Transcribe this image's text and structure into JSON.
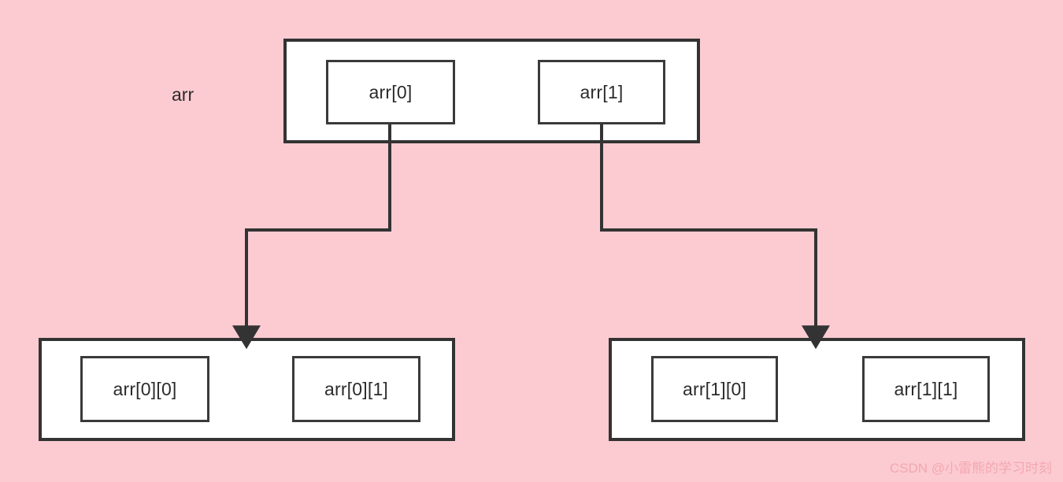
{
  "diagram": {
    "title_label": "arr",
    "colors": {
      "background": "#fccbd2",
      "box_fill": "#ffffff",
      "box_border": "#333333",
      "cell_border": "#3a3a3a",
      "text": "#2b2b2b",
      "connector": "#333333",
      "watermark": "#f3a7b1"
    },
    "top_array": {
      "cells": [
        {
          "label": "arr[0]"
        },
        {
          "label": "arr[1]"
        }
      ]
    },
    "sub_arrays": [
      {
        "name": "arr[0]-row",
        "cells": [
          {
            "label": "arr[0][0]"
          },
          {
            "label": "arr[0][1]"
          }
        ]
      },
      {
        "name": "arr[1]-row",
        "cells": [
          {
            "label": "arr[1][0]"
          },
          {
            "label": "arr[1][1]"
          }
        ]
      }
    ],
    "connectors": [
      {
        "name": "arr0-to-row0",
        "from": "arr[0]",
        "to": "arr[0]-row"
      },
      {
        "name": "arr1-to-row1",
        "from": "arr[1]",
        "to": "arr[1]-row"
      }
    ]
  },
  "watermark": {
    "text": "CSDN @小雷熊的学习时刻"
  }
}
